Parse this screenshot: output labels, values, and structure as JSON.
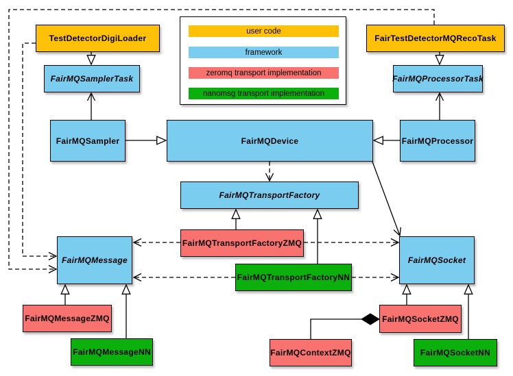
{
  "colors": {
    "user_code": "#FFC107",
    "framework": "#7BCDF0",
    "zeromq": "#F8736F",
    "nanomsg": "#0CB00C",
    "line": "#000000",
    "background": "#FFFFFF"
  },
  "legend": {
    "items": [
      {
        "label": "user code",
        "color": "#FFC107"
      },
      {
        "label": "framework",
        "color": "#7BCDF0"
      },
      {
        "label": "zeromq transport implementation",
        "color": "#F8736F"
      },
      {
        "label": "nanomsg transport implementation",
        "color": "#0CB00C"
      }
    ]
  },
  "nodes": {
    "test_detector_digi_loader": {
      "label": "TestDetectorDigiLoader",
      "category": "user code",
      "abstract": false
    },
    "fair_test_detector_mq_reco_task": {
      "label": "FairTestDetectorMQRecoTask",
      "category": "user code",
      "abstract": false
    },
    "fairmq_sampler_task": {
      "label": "FairMQSamplerTask",
      "category": "framework",
      "abstract": true
    },
    "fairmq_processor_task": {
      "label": "FairMQProcessorTask",
      "category": "framework",
      "abstract": true
    },
    "fairmq_sampler": {
      "label": "FairMQSampler",
      "category": "framework",
      "abstract": false
    },
    "fairmq_device": {
      "label": "FairMQDevice",
      "category": "framework",
      "abstract": false
    },
    "fairmq_processor": {
      "label": "FairMQProcessor",
      "category": "framework",
      "abstract": false
    },
    "fairmq_transport_factory": {
      "label": "FairMQTransportFactory",
      "category": "framework",
      "abstract": true
    },
    "fairmq_transport_factory_zmq": {
      "label": "FairMQTransportFactoryZMQ",
      "category": "zeromq",
      "abstract": false
    },
    "fairmq_transport_factory_nn": {
      "label": "FairMQTransportFactoryNN",
      "category": "nanomsg",
      "abstract": false
    },
    "fairmq_message": {
      "label": "FairMQMessage",
      "category": "framework",
      "abstract": true
    },
    "fairmq_socket": {
      "label": "FairMQSocket",
      "category": "framework",
      "abstract": true
    },
    "fairmq_message_zmq": {
      "label": "FairMQMessageZMQ",
      "category": "zeromq",
      "abstract": false
    },
    "fairmq_message_nn": {
      "label": "FairMQMessageNN",
      "category": "nanomsg",
      "abstract": false
    },
    "fairmq_context_zmq": {
      "label": "FairMQContextZMQ",
      "category": "zeromq",
      "abstract": false
    },
    "fairmq_socket_zmq": {
      "label": "FairMQSocketZMQ",
      "category": "zeromq",
      "abstract": false
    },
    "fairmq_socket_nn": {
      "label": "FairMQSocketNN",
      "category": "nanomsg",
      "abstract": false
    }
  },
  "edges": [
    {
      "from": "TestDetectorDigiLoader",
      "to": "FairMQSamplerTask",
      "relation": "inheritance"
    },
    {
      "from": "FairMQSampler",
      "to": "FairMQSamplerTask",
      "relation": "association"
    },
    {
      "from": "FairTestDetectorMQRecoTask",
      "to": "FairMQProcessorTask",
      "relation": "inheritance"
    },
    {
      "from": "FairMQProcessor",
      "to": "FairMQProcessorTask",
      "relation": "association"
    },
    {
      "from": "FairMQSampler",
      "to": "FairMQDevice",
      "relation": "inheritance"
    },
    {
      "from": "FairMQProcessor",
      "to": "FairMQDevice",
      "relation": "inheritance"
    },
    {
      "from": "FairMQDevice",
      "to": "FairMQTransportFactory",
      "relation": "dependency"
    },
    {
      "from": "FairMQDevice",
      "to": "FairMQSocket",
      "relation": "association"
    },
    {
      "from": "FairMQTransportFactoryZMQ",
      "to": "FairMQTransportFactory",
      "relation": "inheritance"
    },
    {
      "from": "FairMQTransportFactoryNN",
      "to": "FairMQTransportFactory",
      "relation": "inheritance"
    },
    {
      "from": "FairMQTransportFactoryZMQ",
      "to": "FairMQMessage",
      "relation": "dependency"
    },
    {
      "from": "FairMQTransportFactoryZMQ",
      "to": "FairMQSocket",
      "relation": "dependency"
    },
    {
      "from": "FairMQTransportFactoryNN",
      "to": "FairMQMessage",
      "relation": "dependency"
    },
    {
      "from": "FairMQTransportFactoryNN",
      "to": "FairMQSocket",
      "relation": "dependency"
    },
    {
      "from": "FairMQMessageZMQ",
      "to": "FairMQMessage",
      "relation": "inheritance"
    },
    {
      "from": "FairMQMessageNN",
      "to": "FairMQMessage",
      "relation": "inheritance"
    },
    {
      "from": "FairMQSocketZMQ",
      "to": "FairMQSocket",
      "relation": "inheritance"
    },
    {
      "from": "FairMQSocketNN",
      "to": "FairMQSocket",
      "relation": "inheritance"
    },
    {
      "from": "FairMQContextZMQ",
      "to": "FairMQSocketZMQ",
      "relation": "composition"
    },
    {
      "from": "TestDetectorDigiLoader",
      "to": "FairMQMessage",
      "relation": "dependency"
    },
    {
      "from": "FairTestDetectorMQRecoTask",
      "to": "FairMQMessage",
      "relation": "dependency"
    }
  ]
}
